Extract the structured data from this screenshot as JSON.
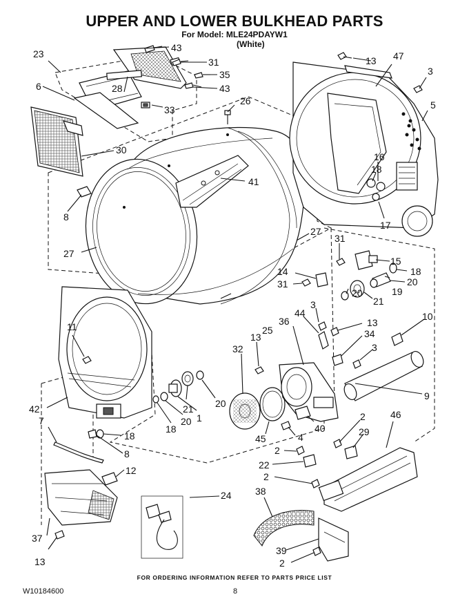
{
  "header": {
    "title": "UPPER AND LOWER BULKHEAD PARTS",
    "model_line": "For Model: MLE24PDAYW1",
    "variant": "(White)"
  },
  "footer": {
    "note": "FOR ORDERING INFORMATION REFER TO PARTS PRICE LIST",
    "document_number": "W10184600",
    "page_number": "8"
  },
  "callouts": {
    "c23": "23",
    "c43a": "43",
    "c31a": "31",
    "c6": "6",
    "c35": "35",
    "c28": "28",
    "c43b": "43",
    "c33": "33",
    "c26": "26",
    "c30": "30",
    "c41": "41",
    "c8a": "8",
    "c27a": "27",
    "c27b": "27",
    "c13a": "13",
    "c47": "47",
    "c3a": "3",
    "c5": "5",
    "c16": "16",
    "c18a": "18",
    "c17": "17",
    "c31b": "31",
    "c15": "15",
    "c14": "14",
    "c18b": "18",
    "c31c": "31",
    "c19": "19",
    "c20a": "20",
    "c21a": "21",
    "c20b": "20",
    "c3b": "3",
    "c44": "44",
    "c13b": "13",
    "c36": "36",
    "c10": "10",
    "c34": "34",
    "c3c": "3",
    "c25": "25",
    "c11": "11",
    "c32": "32",
    "c13c": "13",
    "c9": "9",
    "c42": "42",
    "c7": "7",
    "c21b": "21",
    "c20c": "20",
    "c18c": "18",
    "c20d": "20",
    "c1": "1",
    "c18d": "18",
    "c8b": "8",
    "c45": "45",
    "c40": "40",
    "c4": "4",
    "c2a": "2",
    "c46": "46",
    "c29": "29",
    "c2b": "2",
    "c22": "22",
    "c12": "12",
    "c2c": "2",
    "c24": "24",
    "c38": "38",
    "c37": "37",
    "c13d": "13",
    "c39": "39",
    "c2d": "2"
  }
}
